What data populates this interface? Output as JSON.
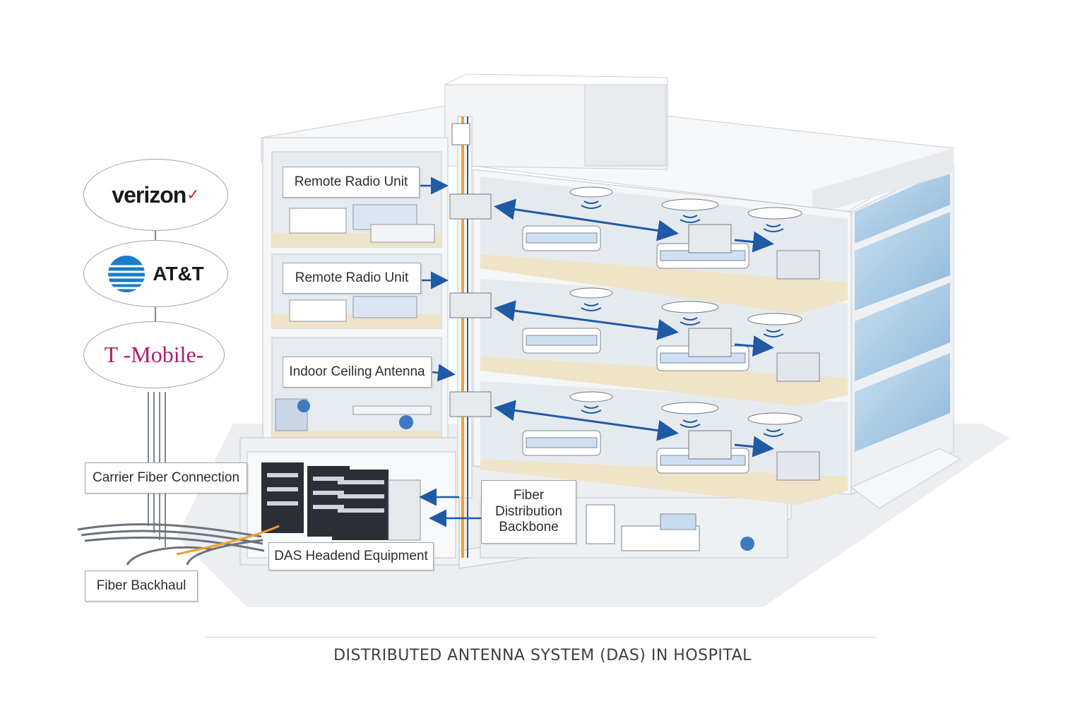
{
  "title": "DISTRIBUTED ANTENNA SYSTEM (DAS) IN HOSPITAL",
  "carriers": [
    {
      "name": "verizon",
      "mark": "✓"
    },
    {
      "name": "AT&T"
    },
    {
      "name": "T-Mobile",
      "prefix": "T",
      "suffix": "-Mobile-"
    }
  ],
  "labels": {
    "rru_top": "Remote Radio Unit",
    "rru_mid": "Remote Radio Unit",
    "ceiling_antenna": "Indoor Ceiling Antenna",
    "carrier_fiber": "Carrier Fiber Connection",
    "das_headend": "DAS Headend Equipment",
    "fiber_backhaul": "Fiber Backhaul",
    "fiber_backbone_line1": "Fiber",
    "fiber_backbone_line2": "Distribution",
    "fiber_backbone_line3": "Backbone"
  },
  "colors": {
    "signal_blue": "#1f5aa6",
    "fiber_orange": "#f0a030",
    "floor_beige": "#efe3c8",
    "glass_blue": "#9ec3e0",
    "wall_white": "#f4f6f8",
    "carrier_verizon_check": "#d8202c",
    "carrier_att_blue": "#1a7cc6",
    "carrier_tmobile_magenta": "#b01b6e"
  }
}
